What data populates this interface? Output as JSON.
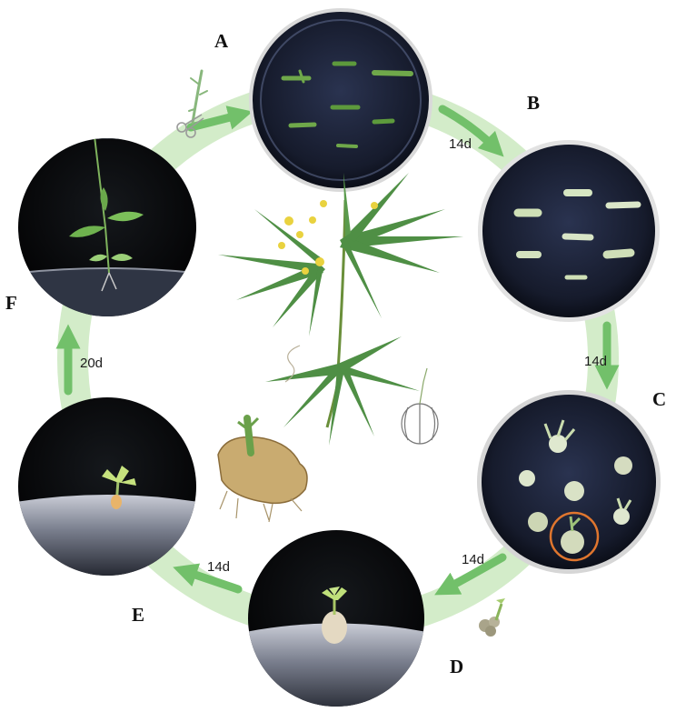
{
  "stages": [
    {
      "id": "A",
      "label": "A",
      "scene": "petri-dish-explants"
    },
    {
      "id": "B",
      "label": "B",
      "scene": "petri-dish-swollen-explants"
    },
    {
      "id": "C",
      "label": "C",
      "scene": "petri-dish-callus-shoots"
    },
    {
      "id": "D",
      "label": "D",
      "scene": "jar-single-shoot"
    },
    {
      "id": "E",
      "label": "E",
      "scene": "jar-shoot-growth"
    },
    {
      "id": "F",
      "label": "F",
      "scene": "jar-rooted-plantlet"
    }
  ],
  "transitions": [
    {
      "from": "A",
      "to": "B",
      "duration": "14d"
    },
    {
      "from": "B",
      "to": "C",
      "duration": "14d"
    },
    {
      "from": "C",
      "to": "D",
      "duration": "14d"
    },
    {
      "from": "D",
      "to": "E",
      "duration": "14d"
    },
    {
      "from": "E",
      "to": "F",
      "duration": "20d"
    }
  ],
  "colors": {
    "ring": "#cfe9c4",
    "arrow": "#72c06a",
    "dish_bg": "#1b2236",
    "jar_bg": "#060708",
    "leaf": "#4f8f45",
    "highlight_circle": "#e0762e"
  },
  "icons": [
    "scissors-icon",
    "stem-cutting-icon",
    "plant-illustration",
    "tuber-illustration",
    "seed-capsule-illustration",
    "callus-cluster-icon"
  ]
}
